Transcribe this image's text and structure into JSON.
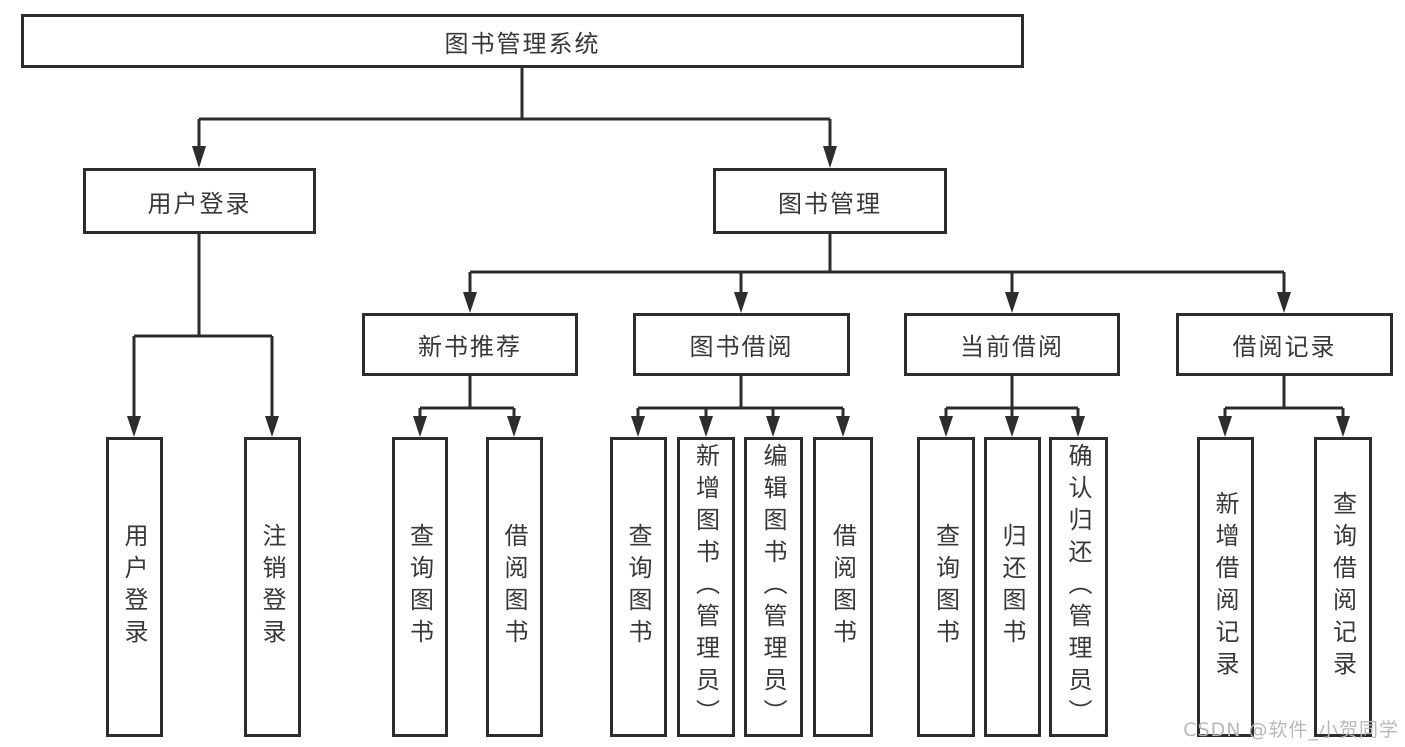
{
  "colors": {
    "line": "#2d2d2d",
    "text": "#383838",
    "watermark": "#b4b8bf",
    "background": "#ffffff"
  },
  "watermark": {
    "text": "CSDN @软件_小贺同学"
  },
  "tree": {
    "label": "图书管理系统",
    "children": [
      {
        "label": "用户登录",
        "children": [
          {
            "label": "用户登录"
          },
          {
            "label": "注销登录"
          }
        ]
      },
      {
        "label": "图书管理",
        "children": [
          {
            "label": "新书推荐",
            "children": [
              {
                "label": "查询图书"
              },
              {
                "label": "借阅图书"
              }
            ]
          },
          {
            "label": "图书借阅",
            "children": [
              {
                "label": "查询图书"
              },
              {
                "label": "新增图书（管理员）"
              },
              {
                "label": "编辑图书（管理员）"
              },
              {
                "label": "借阅图书"
              }
            ]
          },
          {
            "label": "当前借阅",
            "children": [
              {
                "label": "查询图书"
              },
              {
                "label": "归还图书"
              },
              {
                "label": "确认归还（管理员）"
              }
            ]
          },
          {
            "label": "借阅记录",
            "children": [
              {
                "label": "新增借阅记录"
              },
              {
                "label": "查询借阅记录"
              }
            ]
          }
        ]
      }
    ]
  }
}
